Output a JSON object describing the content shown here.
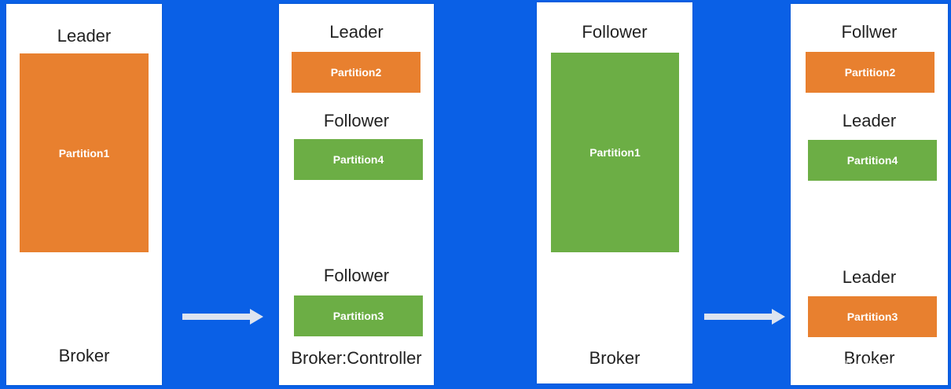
{
  "colors": {
    "background": "#0a60e6",
    "orange": "#e8802f",
    "green": "#6cae45",
    "panel": "#ffffff",
    "arrow": "#dde4f0"
  },
  "panels": [
    {
      "labels": {
        "top": "Leader",
        "bottom": "Broker"
      },
      "partitions": [
        {
          "name": "Partition1",
          "color": "orange"
        }
      ]
    },
    {
      "labels": {
        "l1": "Leader",
        "l2": "Follower",
        "l3": "Follower",
        "bottom": "Broker:Controller"
      },
      "partitions": [
        {
          "name": "Partition2",
          "color": "orange"
        },
        {
          "name": "Partition4",
          "color": "green"
        },
        {
          "name": "Partition3",
          "color": "green"
        }
      ]
    },
    {
      "labels": {
        "top": "Follower",
        "bottom": "Broker"
      },
      "partitions": [
        {
          "name": "Partition1",
          "color": "green"
        }
      ]
    },
    {
      "labels": {
        "l1": "Follwer",
        "l2": "Leader",
        "l3": "Leader",
        "bottom": "Broker"
      },
      "partitions": [
        {
          "name": "Partition2",
          "color": "orange"
        },
        {
          "name": "Partition4",
          "color": "green"
        },
        {
          "name": "Partition3",
          "color": "orange"
        }
      ]
    }
  ],
  "arrows": [
    {
      "icon": "right-arrow-icon"
    },
    {
      "icon": "right-arrow-icon"
    }
  ],
  "watermark": "@稀土掘金技术社区"
}
